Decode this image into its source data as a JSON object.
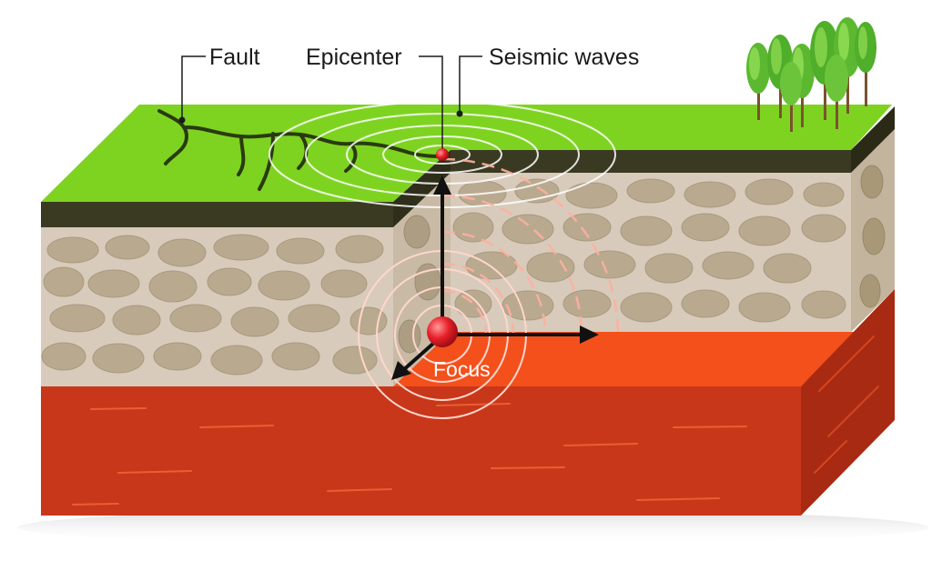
{
  "labels": {
    "fault": "Fault",
    "epicenter": "Epicenter",
    "seismic_waves": "Seismic waves",
    "focus": "Focus"
  },
  "icons": [
    "tree-icon",
    "arrow-up-icon",
    "arrow-right-icon",
    "arrow-down-left-icon"
  ],
  "colors": {
    "grass": "#7ed321",
    "grass_dark": "#5aa618",
    "soil": "#3a3a22",
    "rock_layer": "#d8cbbb",
    "stone": "#b9a98f",
    "magma_top": "#f4501c",
    "magma_front": "#c8371a",
    "magma_side": "#a82a12",
    "focus": "#e8202a"
  }
}
